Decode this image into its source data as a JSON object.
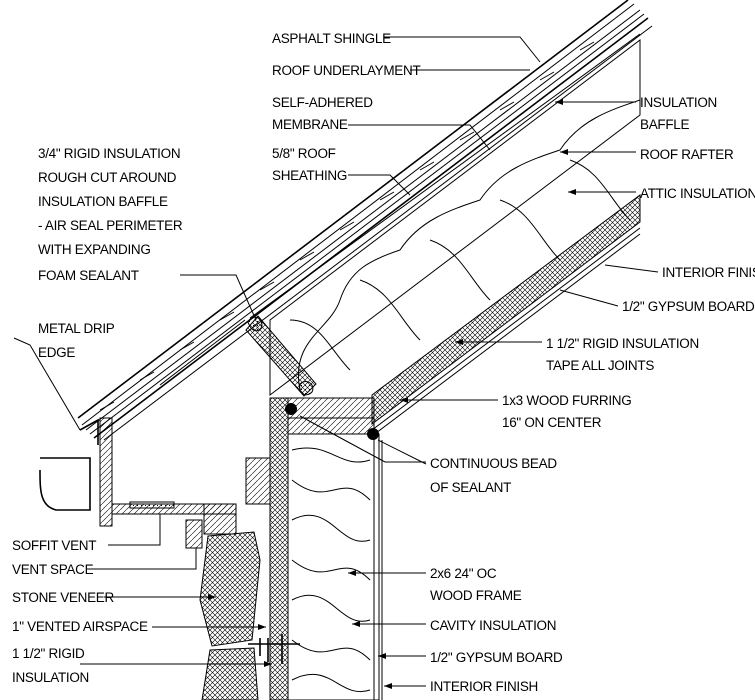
{
  "labels": {
    "asphalt_shingle": "ASPHALT SHINGLE",
    "roof_underlayment": "ROOF UNDERLAYMENT",
    "self_adhered_1": "SELF-ADHERED",
    "self_adhered_2": "MEMBRANE",
    "sheathing_1": "5/8\" ROOF",
    "sheathing_2": "SHEATHING",
    "rigid_baffle_1": "3/4\" RIGID INSULATION",
    "rigid_baffle_2": "ROUGH CUT AROUND",
    "rigid_baffle_3": "INSULATION BAFFLE",
    "rigid_baffle_4": "- AIR SEAL PERIMETER",
    "rigid_baffle_5": "WITH EXPANDING",
    "rigid_baffle_6": "FOAM SEALANT",
    "drip_1": "METAL DRIP",
    "drip_2": "EDGE",
    "baffle_1": "INSULATION",
    "baffle_2": "BAFFLE",
    "roof_rafter": "ROOF RAFTER",
    "attic_insulation": "ATTIC INSULATION",
    "interior_finish_top": "INTERIOR FINISH",
    "gypsum_top": "1/2\" GYPSUM BOARD",
    "rigid_tape_1": "1 1/2\" RIGID INSULATION",
    "rigid_tape_2": "TAPE ALL JOINTS",
    "furring_1": "1x3 WOOD FURRING",
    "furring_2": "16\" ON CENTER",
    "sealant_1": "CONTINUOUS BEAD",
    "sealant_2": "OF SEALANT",
    "soffit_vent": "SOFFIT VENT",
    "vent_space": "VENT SPACE",
    "stone_veneer": "STONE VENEER",
    "airspace": "1\" VENTED AIRSPACE",
    "rigid_bottom_1": "1 1/2\" RIGID",
    "rigid_bottom_2": "INSULATION",
    "wood_frame_1": "2x6 24\" OC",
    "wood_frame_2": "WOOD FRAME",
    "cavity_insulation": "CAVITY INSULATION",
    "gypsum_bottom": "1/2\" GYPSUM BOARD",
    "interior_finish_bottom": "INTERIOR FINISH"
  }
}
